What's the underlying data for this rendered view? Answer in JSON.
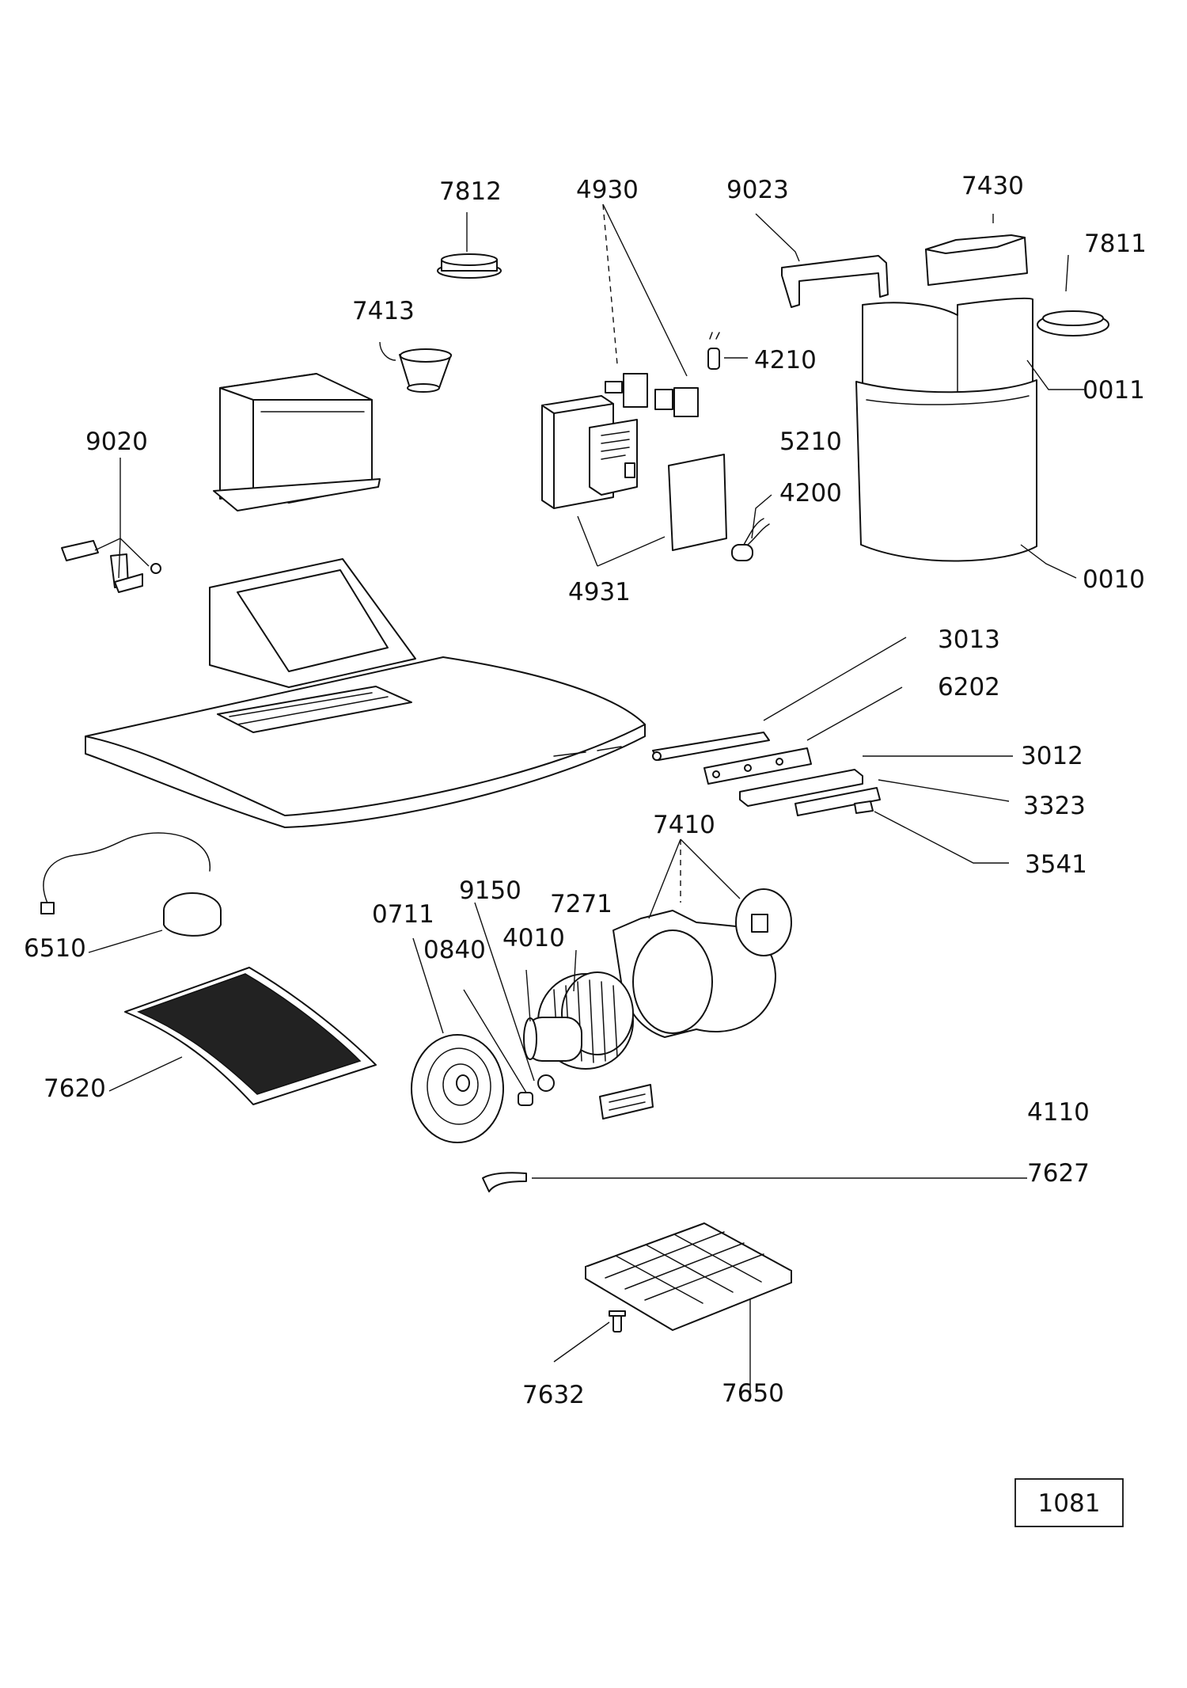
{
  "part_labels": {
    "p7812": "7812",
    "p4930": "4930",
    "p9023": "9023",
    "p7430": "7430",
    "p7811": "7811",
    "p7413": "7413",
    "p4210": "4210",
    "p0011": "0011",
    "p9020": "9020",
    "p5210": "5210",
    "p4200": "4200",
    "p4931": "4931",
    "p0010": "0010",
    "p3013": "3013",
    "p6202": "6202",
    "p3012": "3012",
    "p3323": "3323",
    "p7410": "7410",
    "p3541": "3541",
    "p9150": "9150",
    "p7271": "7271",
    "p0711": "0711",
    "p4010": "4010",
    "p0840": "0840",
    "p6510": "6510",
    "p4110": "4110",
    "p7620": "7620",
    "p7627": "7627",
    "p7632": "7632",
    "p7650": "7650"
  },
  "page_badge": "1081"
}
